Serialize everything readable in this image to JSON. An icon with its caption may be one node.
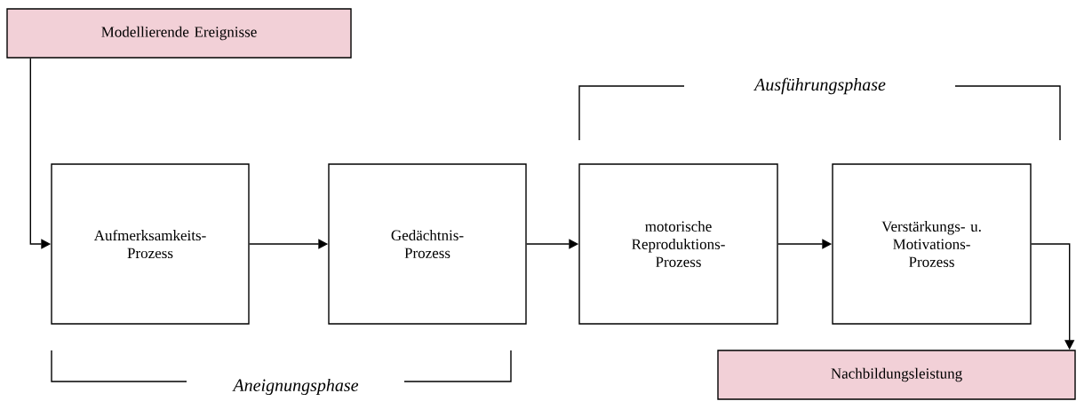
{
  "diagram": {
    "nodes": [
      {
        "text": [
          "Modellierende Ereignisse"
        ]
      },
      {
        "text": [
          "Aufmerksamkeits- Prozess"
        ]
      },
      {
        "text": [
          "Gedächtnis- Prozess"
        ]
      },
      {
        "text": [
          "motorische Reproduktions- Prozess"
        ]
      },
      {
        "text": [
          "Verstärkungs- u. Motivations- Prozess"
        ]
      },
      {
        "text": [
          "Nachbildungsleistung"
        ]
      }
    ],
    "edges": [
      {
        "from": 0,
        "to": 1,
        "arrow": "to"
      },
      {
        "from": 1,
        "to": 2,
        "arrow": "to"
      },
      {
        "from": 2,
        "to": 3,
        "arrow": "to"
      },
      {
        "from": 3,
        "to": 4,
        "arrow": "to"
      },
      {
        "from": 4,
        "to": 5,
        "arrow": "to"
      }
    ],
    "labels": [
      "Ausführungsphase",
      "Aneignungsphase"
    ]
  }
}
